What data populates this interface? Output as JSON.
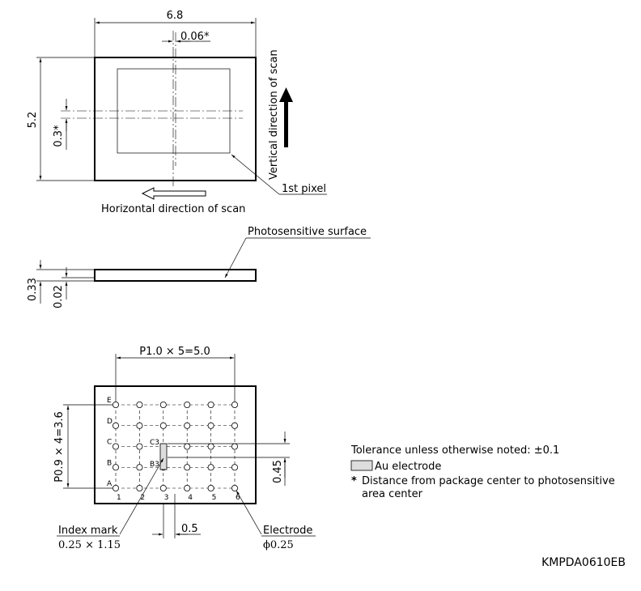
{
  "top_view": {
    "width_dim": "6.8",
    "offset_x_dim": "0.06*",
    "height_dim": "5.2",
    "offset_y_dim": "0.3*",
    "vertical_scan_label": "Vertical direction of scan",
    "horizontal_scan_label": "Horizontal direction of scan",
    "first_pixel_label": "1st pixel"
  },
  "side_view": {
    "surface_label": "Photosensitive surface",
    "thickness_dim": "0.33",
    "surface_depth_dim": "0.02"
  },
  "bottom_view": {
    "pitch_x_dim": "P1.0 × 5=5.0",
    "pitch_y_dim": "P0.9 × 4=3.6",
    "row_labels": [
      "E",
      "D",
      "C",
      "B",
      "A"
    ],
    "col_labels": [
      "1",
      "2",
      "3",
      "4",
      "5",
      "6"
    ],
    "index_mark_pads": [
      "C3",
      "B3"
    ],
    "index_mark_offset_dim": "0.45",
    "electrode_offset_dim": "0.5",
    "index_mark_label": "Index mark",
    "index_mark_size": "0.25 × 1.15",
    "electrode_label": "Electrode",
    "electrode_size": "ϕ0.25"
  },
  "notes": {
    "tolerance": "Tolerance unless otherwise noted: ±0.1",
    "legend_au": "Au electrode",
    "footnote_line1": "Distance from package center to photosensitive",
    "footnote_line2": "area center",
    "footnote_mark": "*"
  },
  "doc_code": "KMPDA0610EB"
}
